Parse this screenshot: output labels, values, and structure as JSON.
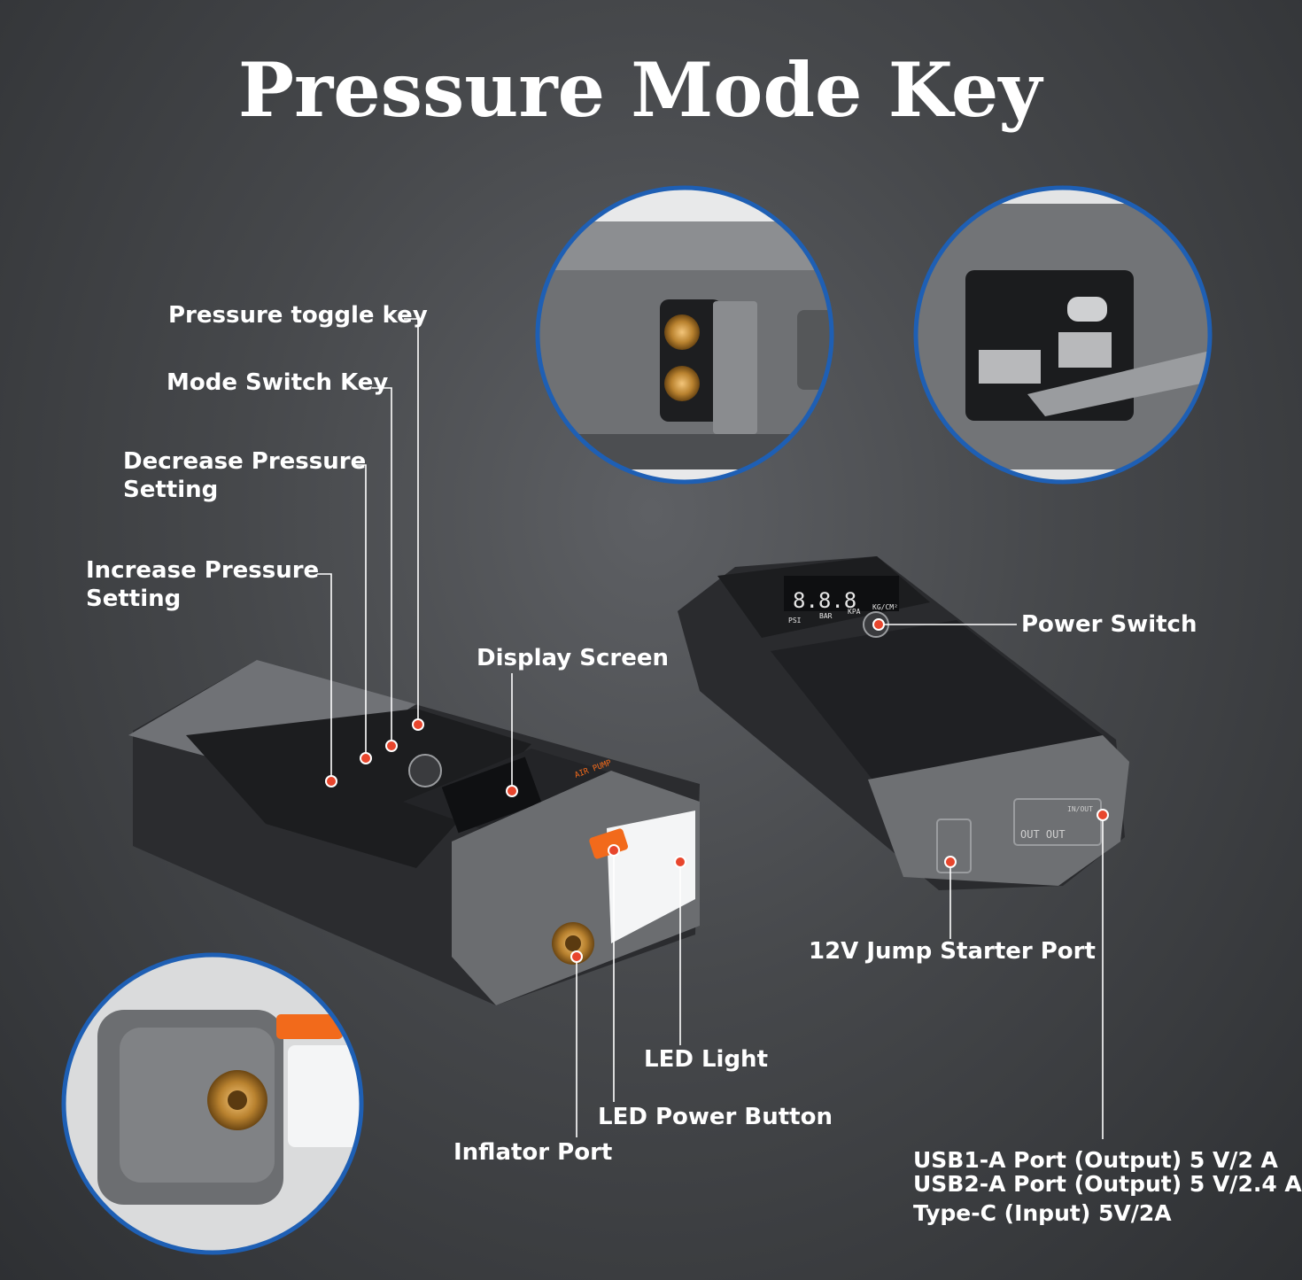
{
  "title": "Pressure Mode Key",
  "labels": {
    "pressure_toggle_key": "Pressure toggle key",
    "mode_switch_key": "Mode Switch Key",
    "decrease_pressure_1": "Decrease Pressure",
    "decrease_pressure_2": "Setting",
    "increase_pressure_1": "Increase Pressure",
    "increase_pressure_2": "Setting",
    "display_screen": "Display Screen",
    "power_switch": "Power Switch",
    "jump_starter_port": "12V Jump Starter Port",
    "led_light": "LED Light",
    "led_power_button": "LED Power Button",
    "inflator_port": "Inflator Port",
    "usb1": "USB1-A Port (Output) 5 V/2 A",
    "usb2": "USB2-A Port (Output) 5 V/2.4 A",
    "typec": "Type-C (Input) 5V/2A"
  },
  "device_text": {
    "display_digits": "8.8.8",
    "unit_psi": "PSI",
    "unit_bar": "BAR",
    "unit_kpa": "KPA",
    "unit_kgcm": "KG/CM²",
    "air_pump": "AIR PUMP",
    "out_label": "OUT",
    "in_out_label": "IN/OUT",
    "out_out": "OUT  OUT",
    "psi_bar_button": "PSI BAR"
  },
  "colors": {
    "marker": "#e8462d",
    "accent_orange": "#f26a1b",
    "ring_blue": "#1e5fb4",
    "body_gray": "#6b6d70",
    "body_black": "#1b1c1e"
  }
}
